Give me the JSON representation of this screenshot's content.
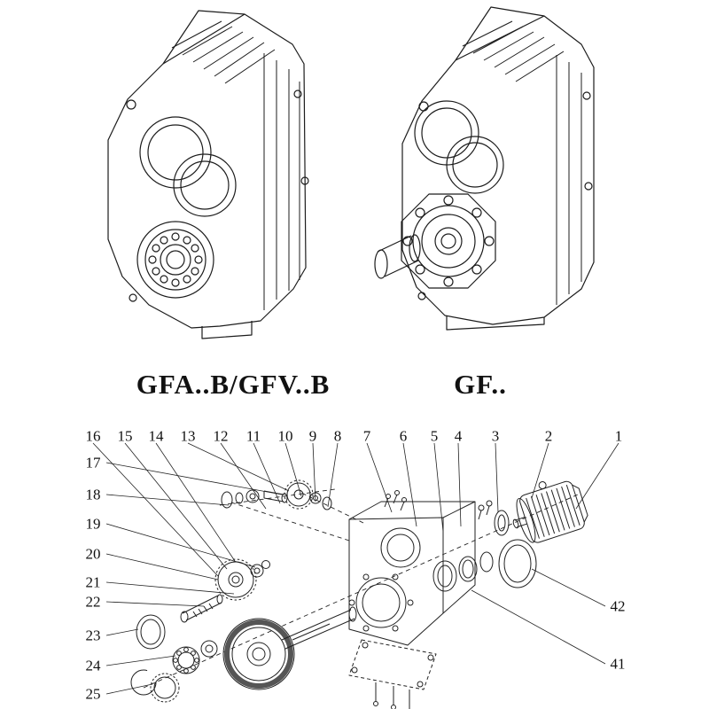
{
  "models": [
    {
      "label": "GFA..B/GFV..B"
    },
    {
      "label": "GF.."
    }
  ],
  "exploded": {
    "callouts_top": [
      "16",
      "15",
      "14",
      "13",
      "12",
      "11",
      "10",
      "9",
      "8",
      "7",
      "6",
      "5",
      "4",
      "3",
      "2",
      "1"
    ],
    "callouts_left": [
      "17",
      "18",
      "19",
      "20",
      "21",
      "22",
      "23",
      "24",
      "25"
    ],
    "callouts_right": [
      "42",
      "41"
    ]
  },
  "colors": {
    "line": "#1f1f1f",
    "background": "#ffffff"
  }
}
